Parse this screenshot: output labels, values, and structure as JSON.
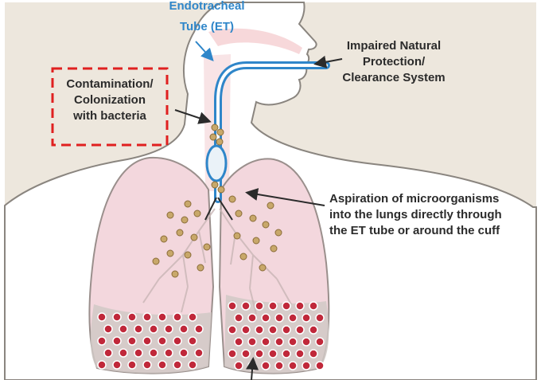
{
  "labels": {
    "et_tube": [
      "Endotracheal",
      "Tube (ET)"
    ],
    "impaired": [
      "Impaired Natural",
      "Protection/",
      "Clearance System"
    ],
    "contamination": [
      "Contamination/",
      "Colonization",
      "with bacteria"
    ],
    "aspiration": [
      "Aspiration of microorganisms",
      "into the lungs directly through",
      "the ET tube or around the cuff"
    ]
  },
  "colors": {
    "background": "#ede7dd",
    "skin": "#ffffff",
    "outline": "#8a857f",
    "tube": "#2f86c9",
    "lung_fill": "#f3d7dd",
    "lung_bottom": "#d0c9c6",
    "bacteria_yellow": "#c8a86a",
    "bacteria_red": "#c0283a",
    "dashed_box": "#e02020",
    "arrow": "#2b2b2b"
  },
  "icons": [
    "bacteria-cluster-icon",
    "infected-cell-icon",
    "arrow-icon"
  ]
}
